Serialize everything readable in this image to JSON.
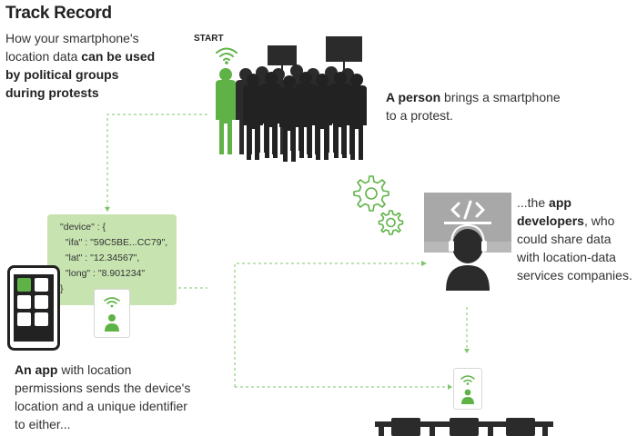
{
  "title": "Track Record",
  "subtitle": {
    "part1": "How your smartphone's location data ",
    "bold": "can be used by political groups during protests"
  },
  "start_label": "START",
  "person_caption": {
    "bold": "A person",
    "rest": " brings a smartphone to a protest."
  },
  "developer_caption": {
    "pre": "...the ",
    "bold": "app developers",
    "rest": ", who could share data with location-data services companies."
  },
  "app_caption": {
    "bold": "An app",
    "rest": " with location permissions sends the device's location and a unique identifier to either..."
  },
  "data_box": {
    "line1": "\"device\" : {",
    "line2": "  \"ifa\" : \"59C5BE...CC79\",",
    "line3": "  \"lat\" : \"12.34567\",",
    "line4": "  \"long\" : \"8.901234\"",
    "line5": "}"
  },
  "colors": {
    "accent_green": "#5fb346",
    "box_green": "#c6e3b0",
    "silhouette": "#2b2b2b",
    "monitor_gray": "#a8a8a8"
  },
  "icons": [
    "wifi-icon",
    "person-icon",
    "gear-icon",
    "code-icon",
    "smartphone-icon",
    "building-icon"
  ]
}
